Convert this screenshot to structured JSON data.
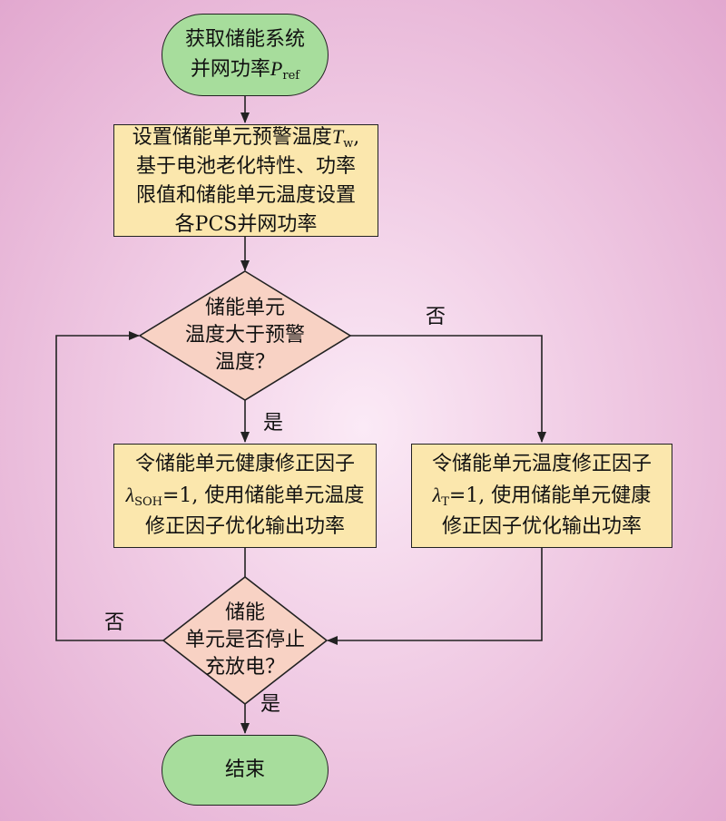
{
  "nodes": {
    "start": {
      "line1": "获取储能系统",
      "line2_pre": "并网功率",
      "line2_var": "P",
      "line2_sub": "ref"
    },
    "set_power": {
      "line1_pre": "设置储能单元预警温度",
      "line1_var": "T",
      "line1_sub": "w",
      "line1_post": ",",
      "line2": "基于电池老化特性、功率",
      "line3": "限值和储能单元温度设置",
      "line4": "各PCS并网功率"
    },
    "temp_check": {
      "line1": "储能单元",
      "line2": "温度大于预警",
      "line3": "温度？"
    },
    "soh_factor": {
      "line1": "令储能单元健康修正因子",
      "line2_var": "λ",
      "line2_sub": "SOH",
      "line2_post": "=1, 使用储能单元温度",
      "line3": "修正因子优化输出功率"
    },
    "temp_factor": {
      "line1": "令储能单元温度修正因子",
      "line2_var": "λ",
      "line2_sub": "T",
      "line2_post": "=1, 使用储能单元健康",
      "line3": "修正因子优化输出功率"
    },
    "stop_check": {
      "line1": "储能",
      "line2": "单元是否停止",
      "line3": "充放电？"
    },
    "end": {
      "label": "结束"
    }
  },
  "edges": {
    "temp_yes": "是",
    "temp_no": "否",
    "stop_no": "否",
    "stop_yes": "是"
  },
  "colors": {
    "terminal_fill": "#a7dd9c",
    "process_fill": "#fbe7ad",
    "decision_fill": "#f8d2c4",
    "line": "#222222"
  }
}
